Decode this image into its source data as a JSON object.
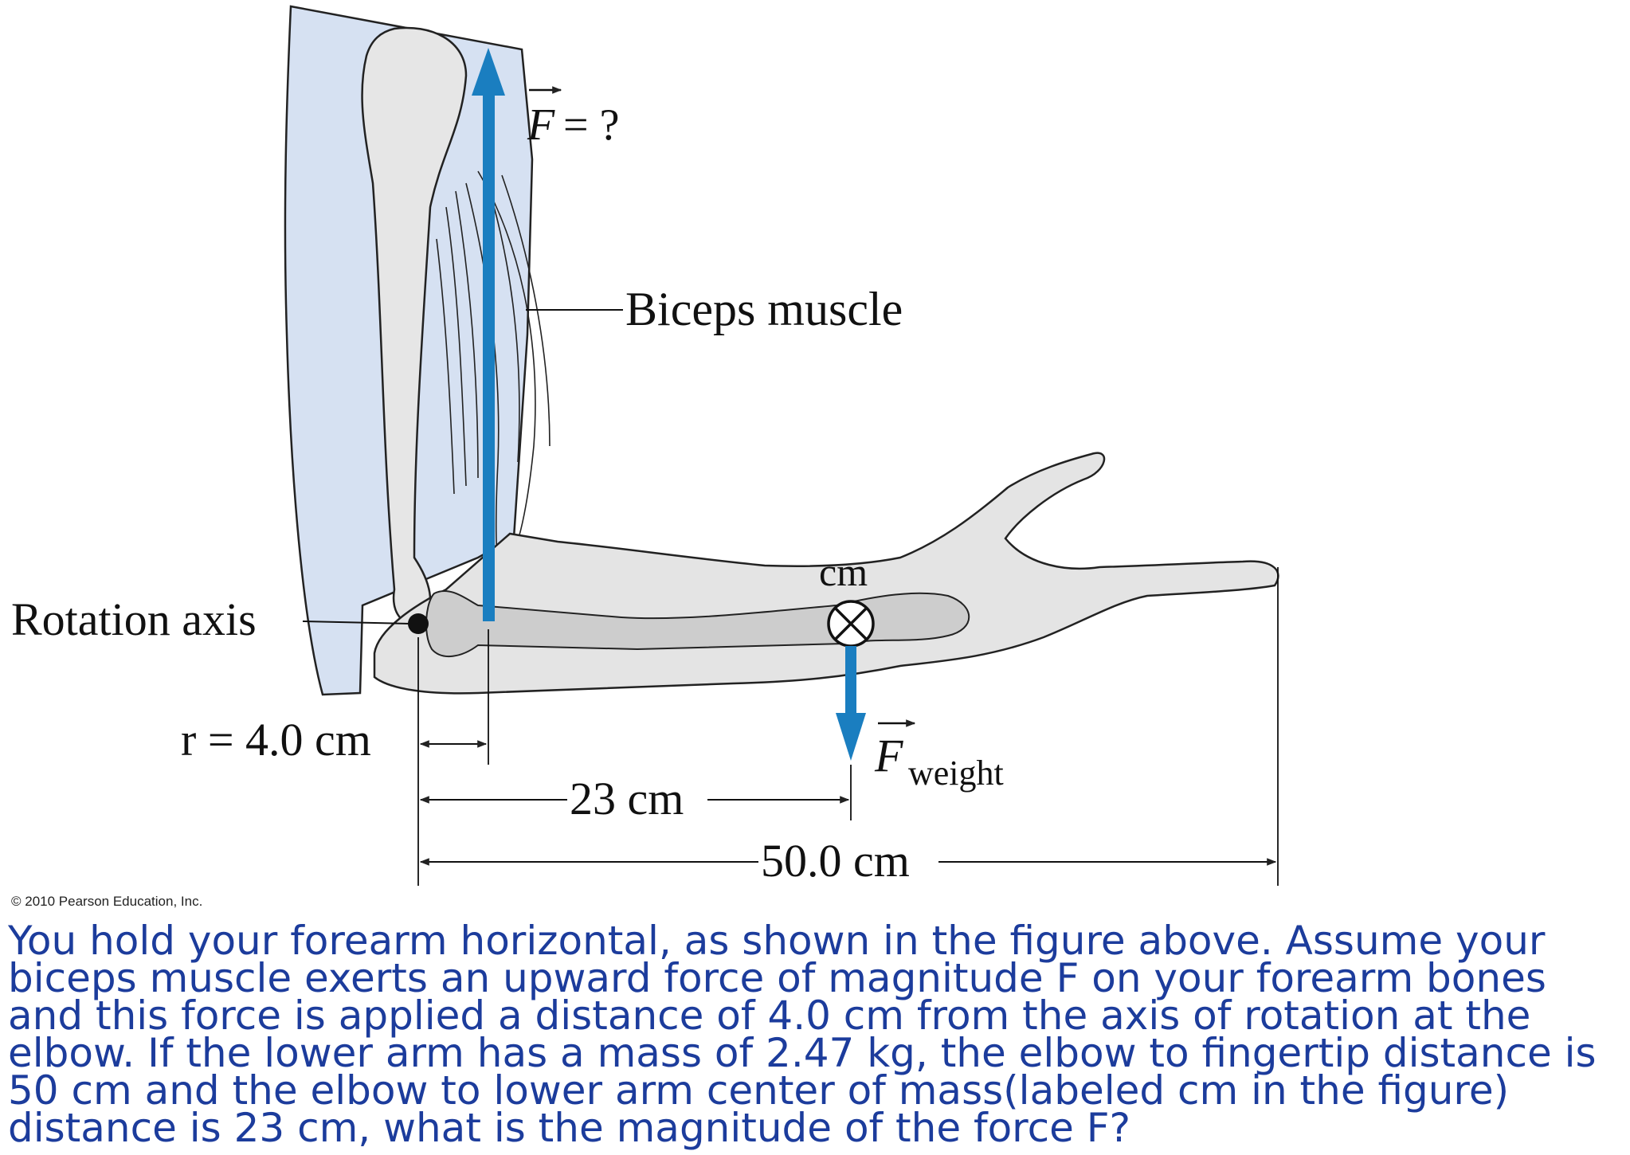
{
  "figure": {
    "labels": {
      "force_symbol": "F",
      "force_value": "= ?",
      "biceps": "Biceps muscle",
      "rotation_axis": "Rotation axis",
      "cm_marker": "cm",
      "weight_symbol": "F",
      "weight_subscript": "weight",
      "r_label": "r = 4.0 cm",
      "dist_23": "23 cm",
      "dist_50": "50.0 cm"
    },
    "copyright": "© 2010 Pearson Education, Inc.",
    "colors": {
      "sleeve": "#d6e1f2",
      "skin": "#e4e4e4",
      "bone": "#cdcdcd",
      "arrow": "#1a7ec0",
      "outline": "#222222"
    }
  },
  "problem": {
    "text": "You hold your forearm horizontal, as shown in the figure above. Assume your biceps muscle exerts an upward force of magnitude F on your forearm bones and this force is applied a distance of 4.0 cm from the axis of rotation at the elbow. If the lower arm has a mass of 2.47 kg, the elbow to fingertip distance is 50 cm and the elbow to lower arm center of mass(labeled cm in the figure) distance is 23 cm, what is the magnitude of the force F?"
  }
}
